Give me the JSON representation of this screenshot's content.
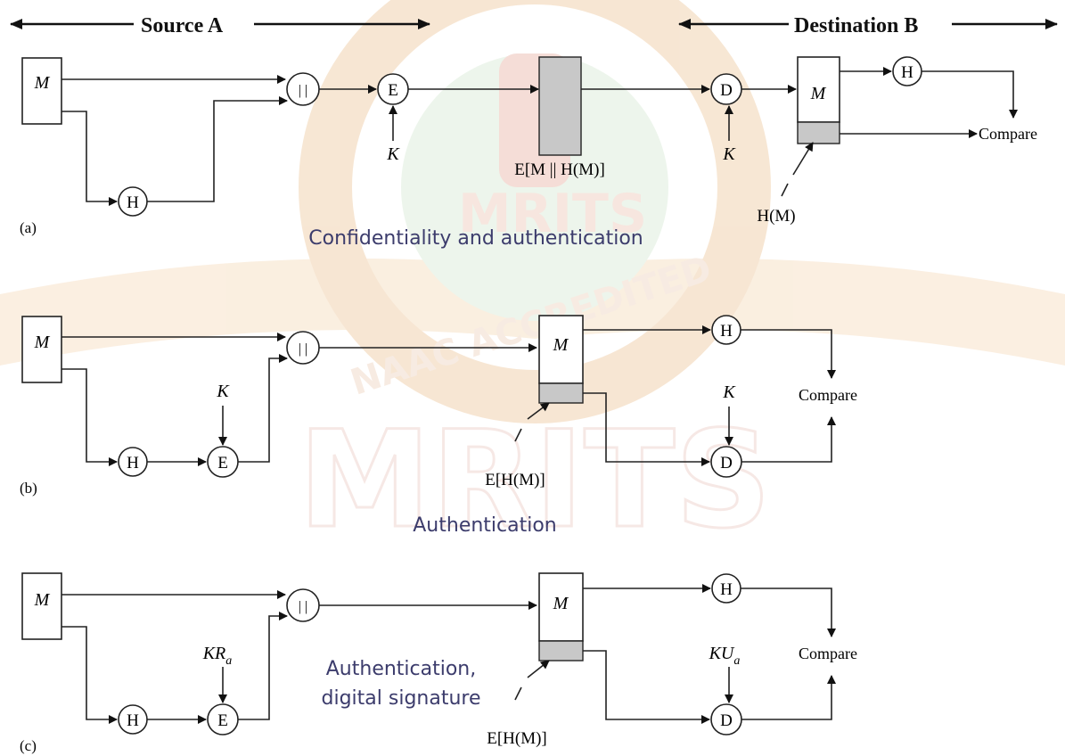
{
  "header": {
    "source_label": "Source A",
    "destination_label": "Destination B"
  },
  "symbols": {
    "message": "M",
    "hash": "H",
    "concat": "| |",
    "encrypt": "E",
    "decrypt": "D",
    "key": "K",
    "compare": "Compare",
    "private_key": "KR",
    "public_key": "KU",
    "key_subscript": "a"
  },
  "panels": [
    {
      "tag": "(a)",
      "caption": "Confidentiality and authentication",
      "channel_label": "E[M || H(M)]",
      "digest_label": "H(M)"
    },
    {
      "tag": "(b)",
      "caption": "Authentication",
      "channel_label": "E[H(M)]"
    },
    {
      "tag": "(c)",
      "caption_line1": "Authentication,",
      "caption_line2": "digital signature",
      "channel_label": "E[H(M)]"
    }
  ],
  "watermark": {
    "text": "MRITS",
    "seal_text": "NAAC ACCREDITED",
    "colors": {
      "orange": "#f5d7b2",
      "green": "#cfe5c8",
      "red": "#e8b3a8"
    }
  },
  "colors": {
    "caption": "#3c3c6c",
    "stroke": "#222222",
    "shade": "#c8c8c8"
  }
}
